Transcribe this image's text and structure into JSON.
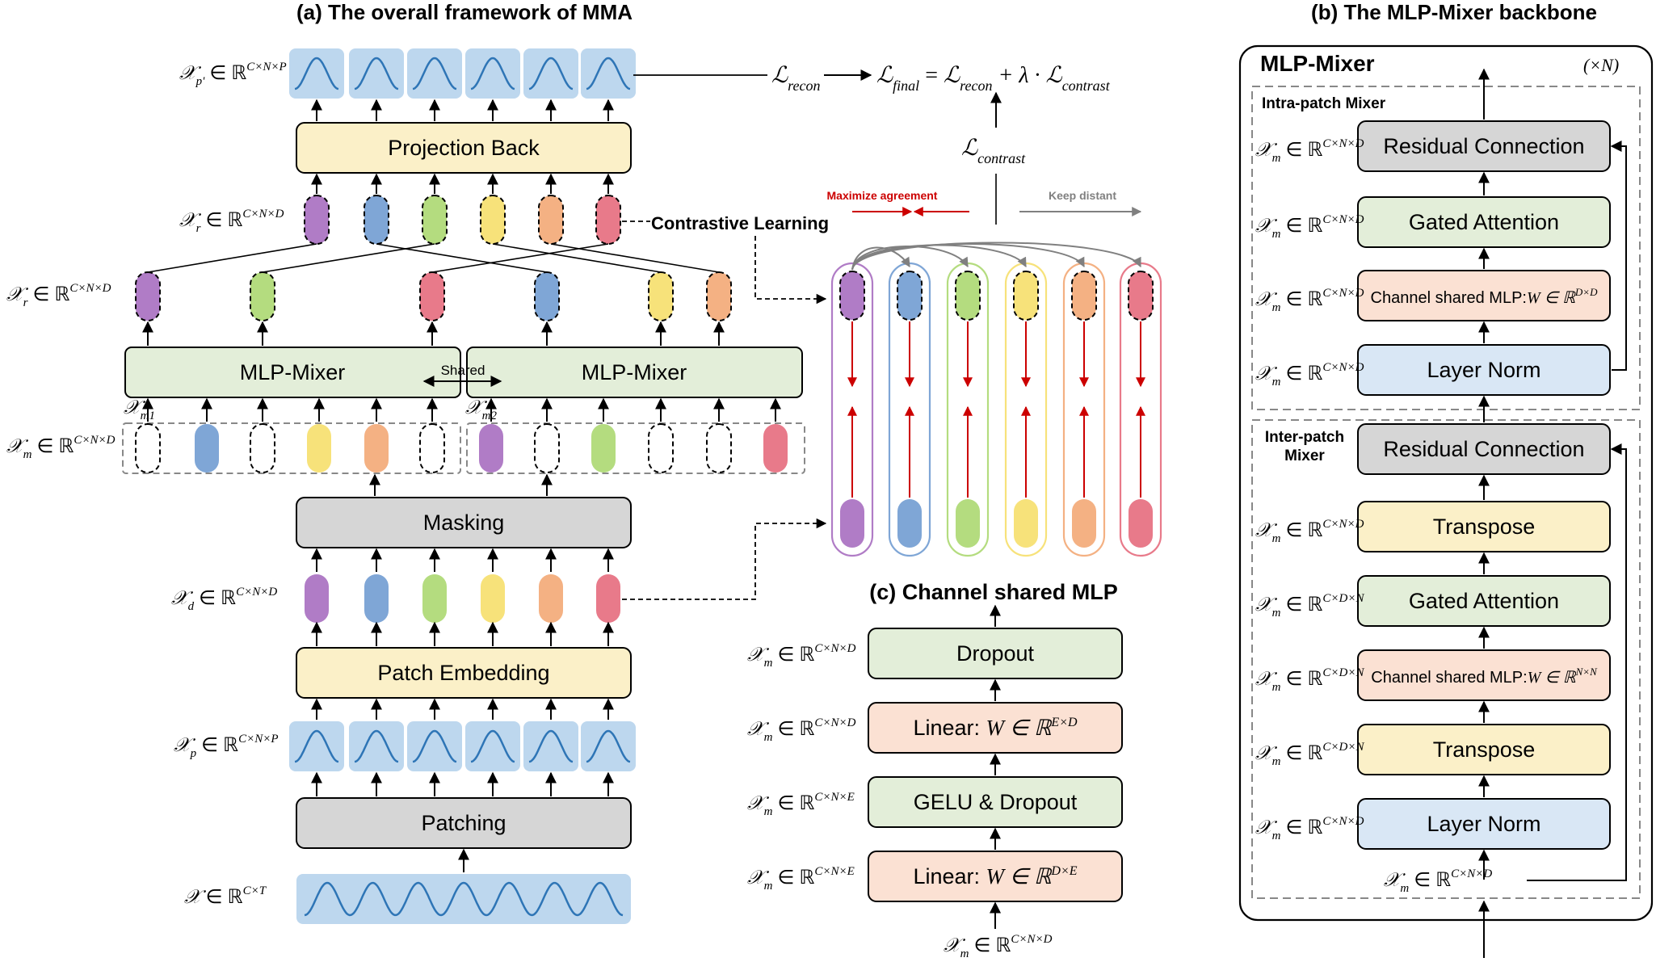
{
  "titles": {
    "a": "(a) The overall framework of MMA",
    "b": "(b) The MLP-Mixer backbone",
    "c": "(c) Channel shared MLP"
  },
  "panel_a": {
    "projection_back": "Projection Back",
    "mlp_mixer": "MLP-Mixer",
    "shared": "Shared",
    "masking": "Masking",
    "patch_embedding": "Patch Embedding",
    "patching": "Patching",
    "contrastive_learning": "Contrastive Learning",
    "maximize_agreement": "Maximize agreement",
    "keep_distant": "Keep distant",
    "labels": {
      "x_pprime": {
        "base": "𝒳",
        "sub": "p'",
        "set": " ∈ ℝ",
        "sup": "C×N×P"
      },
      "x_r_top": {
        "base": "𝒳",
        "sub": "r",
        "set": " ∈ ℝ",
        "sup": "C×N×D"
      },
      "x_r_bottom": {
        "base": "𝒳",
        "sub": "r",
        "set": " ∈ ℝ",
        "sup": "C×N×D"
      },
      "x_m": {
        "base": "𝒳",
        "sub": "m",
        "set": " ∈ ℝ",
        "sup": "C×N×D"
      },
      "x_d": {
        "base": "𝒳",
        "sub": "d",
        "set": " ∈ ℝ",
        "sup": "C×N×D"
      },
      "x_p": {
        "base": "𝒳",
        "sub": "p",
        "set": " ∈ ℝ",
        "sup": "C×N×P"
      },
      "x": {
        "base": "𝒳",
        "sub": "",
        "set": " ∈ ℝ",
        "sup": "C×T"
      },
      "x_m1": {
        "base": "𝒳",
        "sub": "m1"
      },
      "x_m2": {
        "base": "𝒳",
        "sub": "m2"
      }
    },
    "loss": {
      "recon": {
        "base": "ℒ",
        "sub": "recon"
      },
      "final_lhs": {
        "base": "ℒ",
        "sub": "final"
      },
      "eq": " = ",
      "final_rhs1": {
        "base": "ℒ",
        "sub": "recon"
      },
      "plus": " + λ · ",
      "final_rhs2": {
        "base": "ℒ",
        "sub": "contrast"
      },
      "contrast": {
        "base": "ℒ",
        "sub": "contrast"
      }
    }
  },
  "panel_b": {
    "header": "MLP-Mixer",
    "repeat": "(×N)",
    "intra": "Intra-patch Mixer",
    "inter_line1": "Inter-patch",
    "inter_line2": "Mixer",
    "blocks": [
      {
        "text": "Residual Connection",
        "color": "#d6d6d6",
        "sub": "m",
        "sup": "C×N×D"
      },
      {
        "text": "Gated Attention",
        "color": "#e3eed9",
        "sub": "m",
        "sup": "C×N×D"
      },
      {
        "text": "Channel shared MLP:",
        "math": "W ∈ ℝ",
        "msup": "D×D",
        "color": "#fbe1d3",
        "sub": "m",
        "sup": "C×N×D"
      },
      {
        "text": "Layer Norm",
        "color": "#d9e7f5",
        "sub": "m",
        "sup": "C×N×D"
      },
      {
        "text": "Residual Connection",
        "color": "#d6d6d6",
        "sub": "",
        "sup": ""
      },
      {
        "text": "Transpose",
        "color": "#fbf0c8",
        "sub": "m",
        "sup": "C×N×D"
      },
      {
        "text": "Gated Attention",
        "color": "#e3eed9",
        "sub": "m",
        "sup": "C×D×N"
      },
      {
        "text": "Channel shared MLP:",
        "math": "W ∈ ℝ",
        "msup": "N×N",
        "color": "#fbe1d3",
        "sub": "m",
        "sup": "C×D×N"
      },
      {
        "text": "Transpose",
        "color": "#fbf0c8",
        "sub": "m",
        "sup": "C×D×N"
      },
      {
        "text": "Layer Norm",
        "color": "#d9e7f5",
        "sub": "m",
        "sup": "C×N×D"
      }
    ],
    "input_label": {
      "base": "𝒳",
      "sub": "m",
      "set": " ∈ ℝ",
      "sup": "C×N×D"
    }
  },
  "panel_c": {
    "blocks": [
      {
        "text": "Dropout",
        "color": "#e3eed9",
        "sub": "m",
        "sup": "C×N×D"
      },
      {
        "text": "Linear: ",
        "math": "W ∈ ℝ",
        "msup": "E×D",
        "color": "#fbe1d3",
        "sub": "m",
        "sup": "C×N×D"
      },
      {
        "text": "GELU & Dropout",
        "color": "#e3eed9",
        "sub": "m",
        "sup": "C×N×E"
      },
      {
        "text": "Linear: ",
        "math": "W ∈ ℝ",
        "msup": "D×E",
        "color": "#fbe1d3",
        "sub": "m",
        "sup": "C×N×E"
      }
    ],
    "input_label": {
      "base": "𝒳",
      "sub": "m",
      "set": " ∈ ℝ",
      "sup": "C×N×D"
    }
  },
  "colors": {
    "purple": "#b07cc6",
    "blue": "#7fa6d6",
    "green": "#b4dc7f",
    "yellow": "#f7e27a",
    "orange": "#f4b183",
    "red": "#e87a8a",
    "wave_bg": "#bdd7ee",
    "wave_line": "#2e75b6",
    "yellow_box": "#fbf0c8",
    "green_box": "#e3eed9",
    "gray_box": "#d6d6d6",
    "arrow_red": "#cc0000",
    "arrow_gray": "#808080"
  }
}
